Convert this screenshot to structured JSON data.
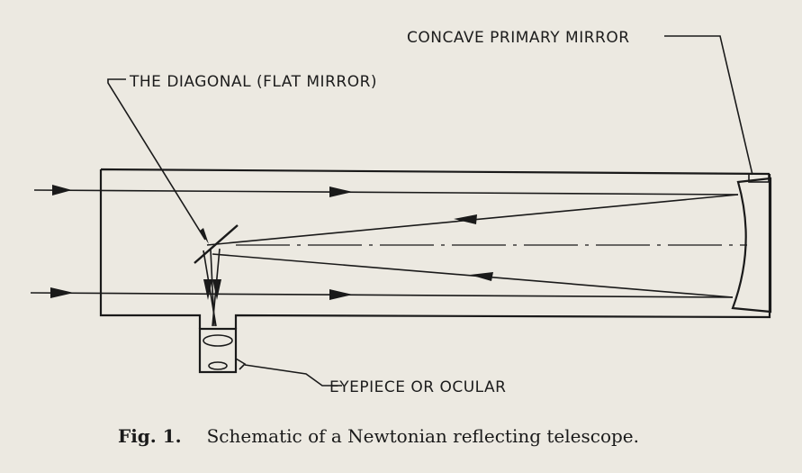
{
  "labels": {
    "primary_mirror": "CONCAVE PRIMARY MIRROR",
    "diagonal": "THE DIAGONAL (FLAT MIRROR)",
    "eyepiece": "EYEPIECE OR OCULAR"
  },
  "caption": {
    "figure": "Fig. 1.",
    "text": "Schematic of a Newtonian reflecting telescope."
  }
}
